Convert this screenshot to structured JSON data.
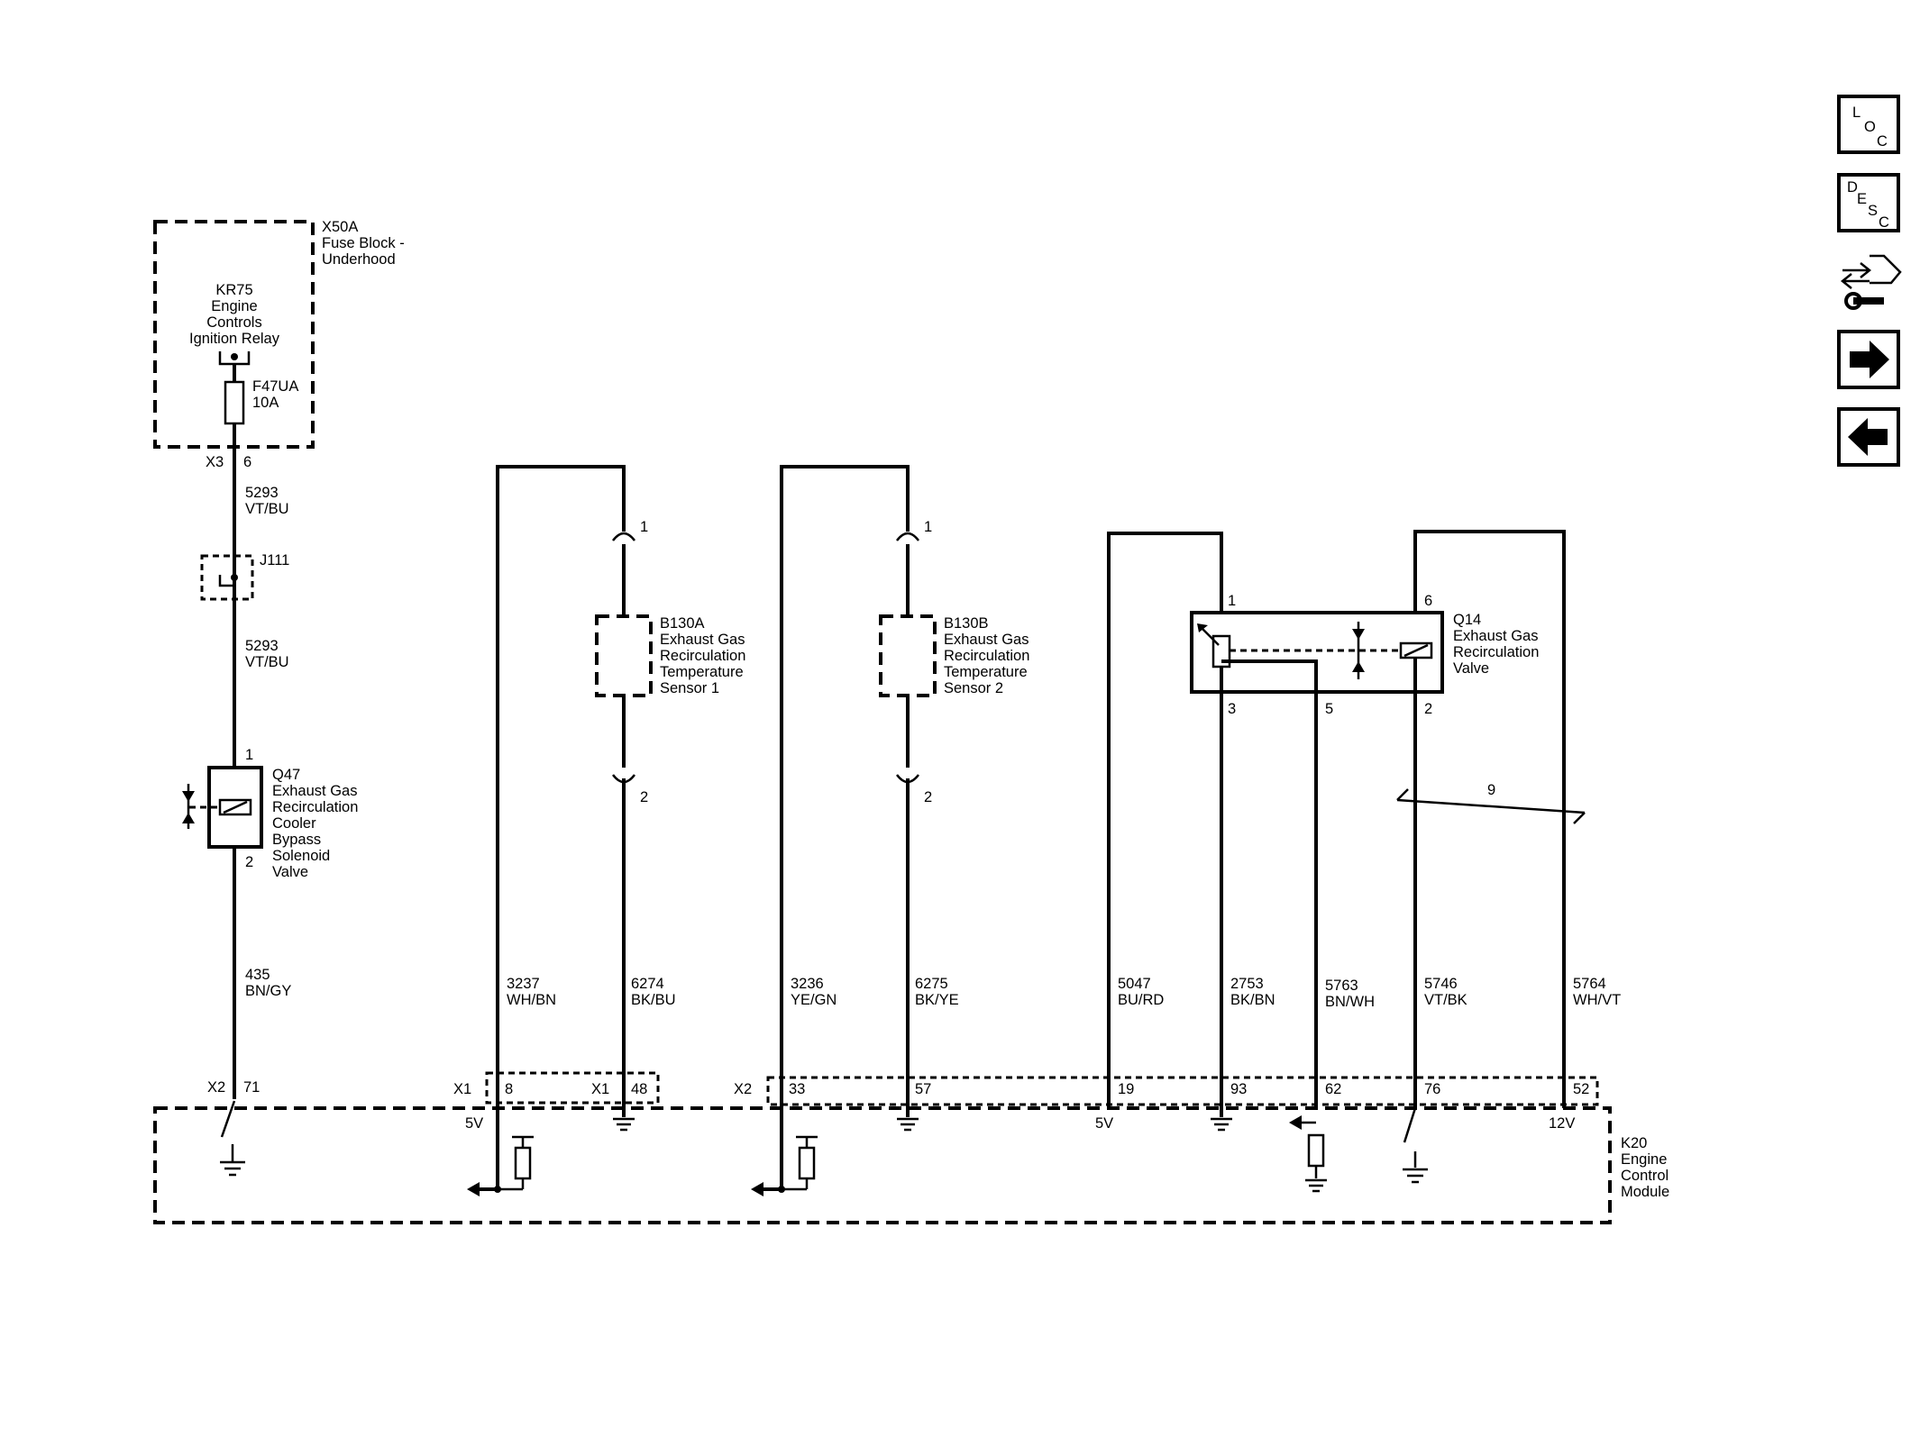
{
  "fuse_block": {
    "ref": "X50A",
    "name_line1": "Fuse Block -",
    "name_line2": "Underhood",
    "relay": [
      "KR75",
      "Engine",
      "Controls",
      "Ignition Relay"
    ],
    "fuse": [
      "F47UA",
      "10A"
    ],
    "connector": "X3",
    "pin": "6"
  },
  "splice": "J111",
  "solenoid_q47": {
    "pin_top": "1",
    "pin_bottom": "2",
    "label": [
      "Q47",
      "Exhaust Gas",
      "Recirculation",
      "Cooler",
      "Bypass",
      "Solenoid",
      "Valve"
    ]
  },
  "sensor_b130a": {
    "pin_top": "1",
    "pin_bottom": "2",
    "label": [
      "B130A",
      "Exhaust Gas",
      "Recirculation",
      "Temperature",
      "Sensor 1"
    ]
  },
  "sensor_b130b": {
    "pin_top": "1",
    "pin_bottom": "2",
    "label": [
      "B130B",
      "Exhaust Gas",
      "Recirculation",
      "Temperature",
      "Sensor 2"
    ]
  },
  "valve_q14": {
    "pins": {
      "p1": "1",
      "p6": "6",
      "p3": "3",
      "p5": "5",
      "p2": "2"
    },
    "label": [
      "Q14",
      "Exhaust Gas",
      "Recirculation",
      "Valve"
    ],
    "twist_label": "9"
  },
  "wires": {
    "w5293_a": [
      "5293",
      "VT/BU"
    ],
    "w5293_b": [
      "5293",
      "VT/BU"
    ],
    "w435": [
      "435",
      "BN/GY"
    ],
    "w3237": [
      "3237",
      "WH/BN"
    ],
    "w6274": [
      "6274",
      "BK/BU"
    ],
    "w3236": [
      "3236",
      "YE/GN"
    ],
    "w6275": [
      "6275",
      "BK/YE"
    ],
    "w5047": [
      "5047",
      "BU/RD"
    ],
    "w2753": [
      "2753",
      "BK/BN"
    ],
    "w5763": [
      "5763",
      "BN/WH"
    ],
    "w5746": [
      "5746",
      "VT/BK"
    ],
    "w5764": [
      "5764",
      "WH/VT"
    ]
  },
  "ecm": {
    "label": [
      "K20",
      "Engine",
      "Control",
      "Module"
    ],
    "pins": {
      "x2_71": [
        "X2",
        "71"
      ],
      "x1_8": [
        "X1",
        "8"
      ],
      "x1_48": [
        "X1",
        "48"
      ],
      "x2_33": [
        "X2",
        "33"
      ],
      "p57": "57",
      "p19": "19",
      "p93": "93",
      "p62": "62",
      "p76": "76",
      "p52": "52"
    },
    "v5_a": "5V",
    "v5_b": "5V",
    "v12": "12V"
  },
  "nav": {
    "loc": [
      "L",
      "O",
      "C"
    ],
    "desc": [
      "D",
      "E",
      "S",
      "C"
    ],
    "icons": [
      "connector-wrench-icon",
      "arrow-right-icon",
      "arrow-left-icon"
    ]
  }
}
